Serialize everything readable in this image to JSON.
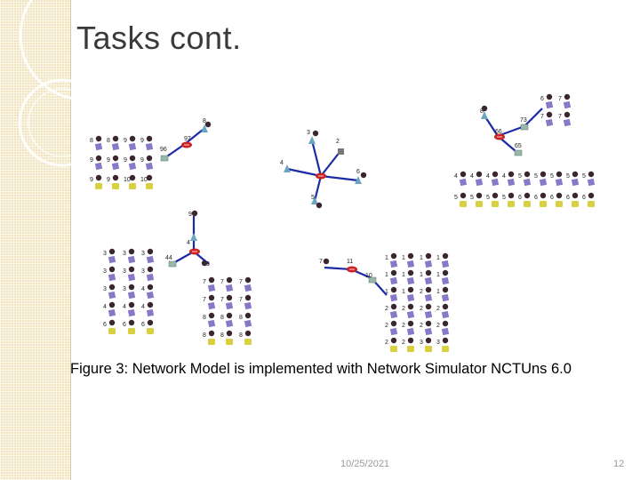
{
  "slide": {
    "title": "Tasks cont.",
    "caption": "Figure 3: Network Model is implemented with Network Simulator NCTUns 6.0",
    "date": "10/25/2021",
    "page_number": "12"
  },
  "colors": {
    "sidebar": "#f1e4c0",
    "link": "#1c2aa8",
    "router": "#cc2222",
    "host": "#8878c8",
    "node": "#3b2630",
    "access_point": "#6aa6c0",
    "switch": "#9ab8a8",
    "base_station": "#d8d040"
  },
  "network_figure": {
    "cluster_a": {
      "left_columns": [
        [
          "8",
          "9",
          "9"
        ],
        [
          "8",
          "9",
          "9"
        ],
        [
          "9",
          "9",
          "10"
        ],
        [
          "9",
          "9",
          "10"
        ]
      ],
      "hub_labels": [
        "96",
        "97",
        "8"
      ]
    },
    "cluster_b": {
      "labels": [
        "3",
        "2",
        "4",
        "6",
        "5"
      ]
    },
    "cluster_c": {
      "top_labels": [
        "8",
        "6",
        "7",
        "7",
        "7",
        "73",
        "66",
        "65"
      ],
      "row1": [
        "4",
        "4",
        "4",
        "4",
        "5",
        "5",
        "5",
        "5",
        "5"
      ],
      "row2": [
        "5",
        "5",
        "5",
        "5",
        "6",
        "6",
        "6",
        "6",
        "6"
      ]
    },
    "cluster_d": {
      "top_labels": [
        "9",
        "4",
        "44",
        "3"
      ],
      "left_columns": [
        [
          "3",
          "3",
          "3",
          "4",
          "6"
        ],
        [
          "3",
          "3",
          "3",
          "4",
          "6"
        ],
        [
          "3",
          "3",
          "4",
          "4",
          "6"
        ]
      ],
      "right_columns": [
        [
          "7",
          "7",
          "8",
          "8"
        ],
        [
          "7",
          "7",
          "8",
          "8"
        ],
        [
          "7",
          "7",
          "8",
          "8"
        ]
      ]
    },
    "cluster_e": {
      "top_labels": [
        "7",
        "11",
        "10"
      ],
      "columns": [
        [
          "1",
          "1",
          "1",
          "2",
          "2",
          "2"
        ],
        [
          "1",
          "1",
          "1",
          "2",
          "2",
          "2"
        ],
        [
          "1",
          "1",
          "2",
          "2",
          "2",
          "3"
        ],
        [
          "1",
          "1",
          "1",
          "2",
          "2",
          "3"
        ]
      ]
    }
  }
}
